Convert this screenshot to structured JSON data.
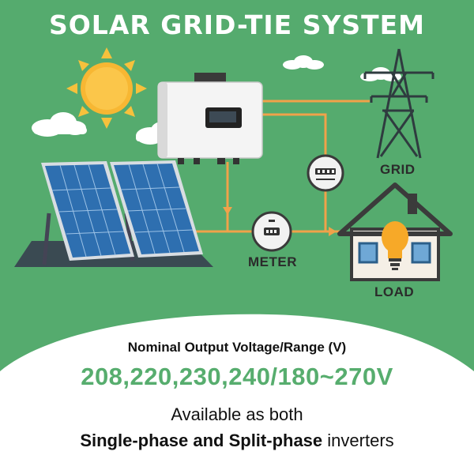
{
  "title": "SOLAR GRID-TIE SYSTEM",
  "labels": {
    "grid": "GRID",
    "meter": "METER",
    "load": "LOAD"
  },
  "info": {
    "heading": "Nominal Output Voltage/Range (V)",
    "voltages": "208,220,230,240/180~270V",
    "line1": "Available as both",
    "line2_bold": "Single-phase and Split-phase",
    "line2_rest": " inverters"
  },
  "colors": {
    "background": "#55ab6e",
    "accent_green": "#57ad6e",
    "wire_orange": "#f0a24a",
    "sun_yellow": "#f7b733"
  },
  "icons": [
    "sun-icon",
    "cloud-icon",
    "inverter-icon",
    "solar-panel-icon",
    "transmission-tower-icon",
    "meter-icon",
    "house-icon",
    "lightbulb-icon"
  ]
}
